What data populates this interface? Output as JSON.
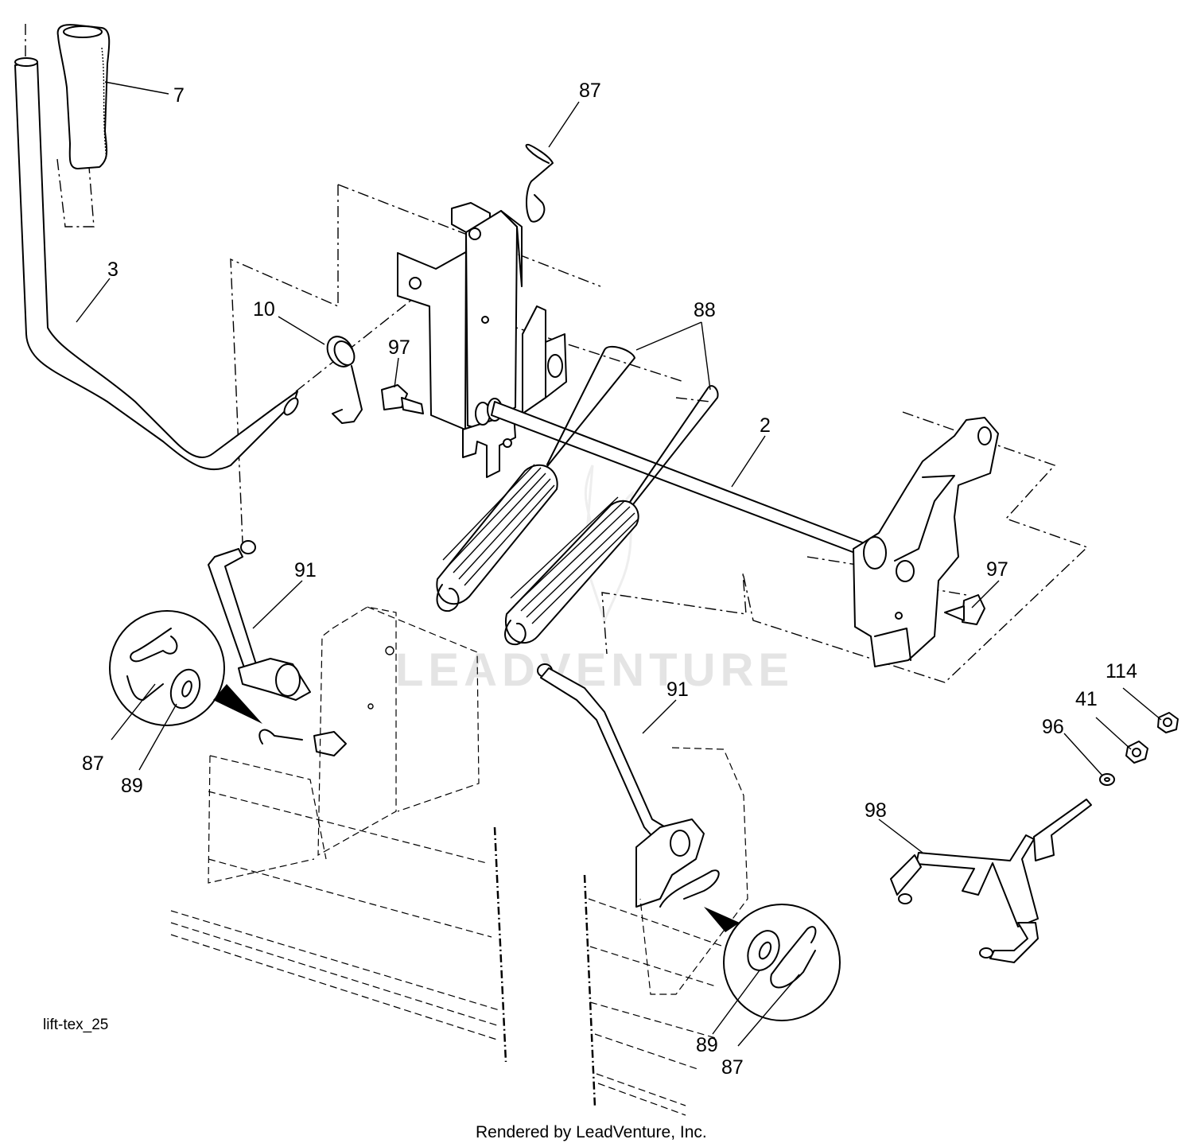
{
  "diagram": {
    "figure_code": "lift-tex_25",
    "watermark": "LEADVENTURE",
    "credit": "Rendered by LeadVenture, Inc.",
    "callouts": {
      "c7": "7",
      "c3": "3",
      "c87_top": "87",
      "c10": "10",
      "c97_left": "97",
      "c88": "88",
      "c2": "2",
      "c97_right": "97",
      "c91_left": "91",
      "c91_right": "91",
      "c87_left": "87",
      "c89_left": "89",
      "c114": "114",
      "c41": "41",
      "c96": "96",
      "c98": "98",
      "c89_right": "89",
      "c87_right": "87"
    }
  }
}
